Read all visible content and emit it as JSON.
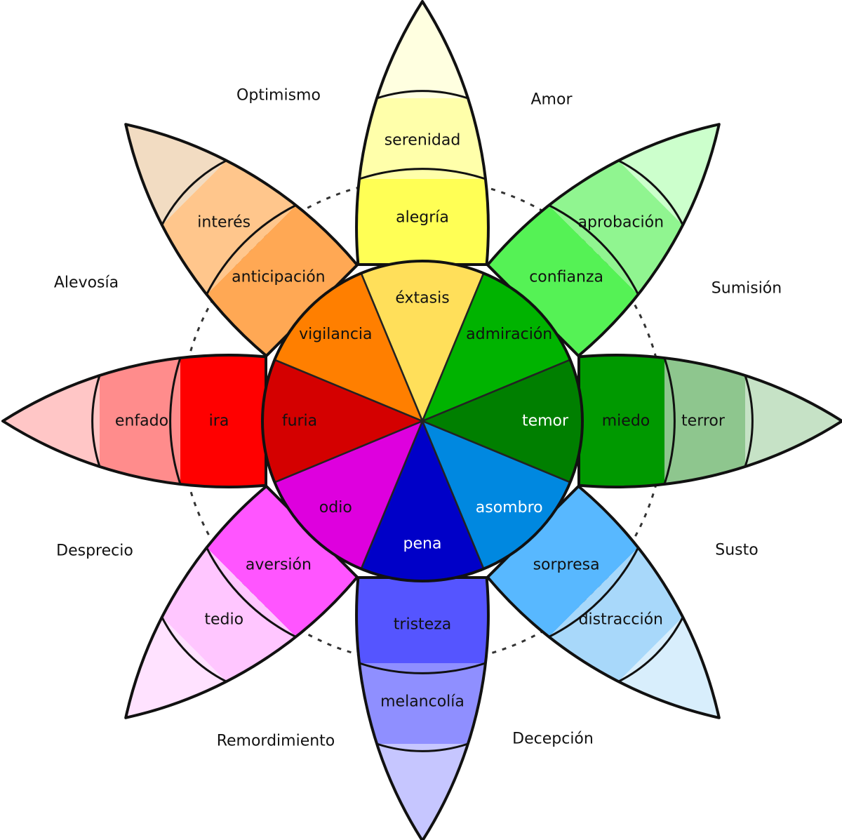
{
  "petals": [
    {
      "id": "joy",
      "emotions": [
        "éxtasis",
        "alegría",
        "serenidad",
        ""
      ],
      "colors": [
        "#FFDF5A",
        "#FFFF55",
        "#FFFFAA",
        "#FFFFE0"
      ],
      "light_text": [
        false,
        false,
        false,
        false
      ]
    },
    {
      "id": "trust",
      "emotions": [
        "admiración",
        "confianza",
        "aprobación",
        ""
      ],
      "colors": [
        "#00B300",
        "#55F255",
        "#90F590",
        "#CCFFCC"
      ],
      "light_text": [
        false,
        false,
        false,
        false
      ]
    },
    {
      "id": "fear",
      "emotions": [
        "temor",
        "miedo",
        "terror",
        ""
      ],
      "colors": [
        "#007F00",
        "#009900",
        "#8EC68E",
        "#C6E2C6"
      ],
      "light_text": [
        true,
        false,
        false,
        false
      ]
    },
    {
      "id": "surprise",
      "emotions": [
        "asombro",
        "sorpresa",
        "distracción",
        ""
      ],
      "colors": [
        "#0088E0",
        "#58B8FF",
        "#A8D8FA",
        "#D8EEFC"
      ],
      "light_text": [
        true,
        false,
        false,
        false
      ]
    },
    {
      "id": "sadness",
      "emotions": [
        "pena",
        "tristeza",
        "melancolía",
        ""
      ],
      "colors": [
        "#0000C8",
        "#5555FF",
        "#8F8FFF",
        "#C6C6FF"
      ],
      "light_text": [
        true,
        false,
        false,
        false
      ]
    },
    {
      "id": "disgust",
      "emotions": [
        "odio",
        "aversión",
        "tedio",
        ""
      ],
      "colors": [
        "#DE00DE",
        "#FF55FF",
        "#FFC6FF",
        "#FFE2FF"
      ],
      "light_text": [
        false,
        false,
        false,
        false
      ]
    },
    {
      "id": "anger",
      "emotions": [
        "furia",
        "ira",
        "enfado",
        ""
      ],
      "colors": [
        "#D40000",
        "#FF0000",
        "#FF8C8C",
        "#FFC6C6"
      ],
      "light_text": [
        false,
        false,
        false,
        false
      ]
    },
    {
      "id": "anticipation",
      "emotions": [
        "vigilancia",
        "anticipación",
        "interés",
        ""
      ],
      "colors": [
        "#FF7F00",
        "#FFA854",
        "#FFC68C",
        "#F2DCC2"
      ],
      "light_text": [
        false,
        false,
        false,
        false
      ]
    }
  ],
  "dyads": [
    "Amor",
    "Sumisión",
    "Susto",
    "Decepción",
    "Remordimiento",
    "Desprecio",
    "Alevosía",
    "Optimismo"
  ]
}
